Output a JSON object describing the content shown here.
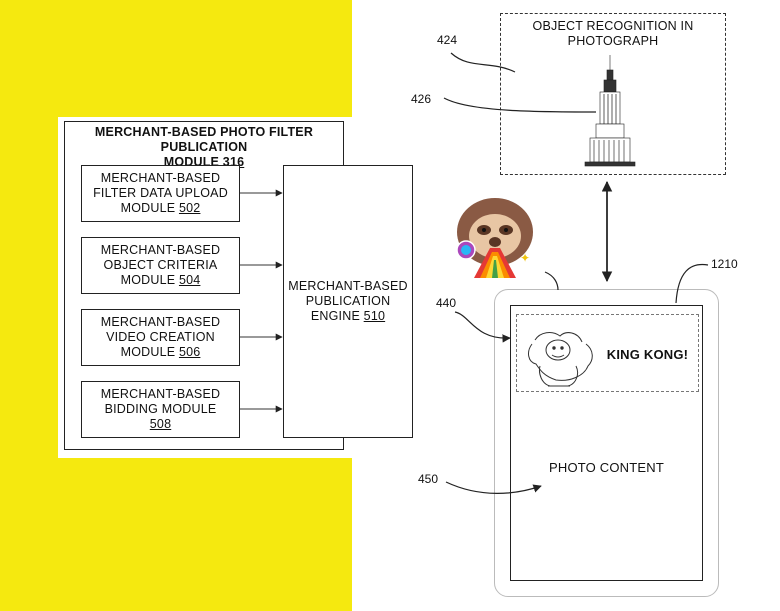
{
  "module": {
    "title_line1": "MERCHANT-BASED PHOTO FILTER PUBLICATION",
    "title_line2": "MODULE",
    "title_ref": "316",
    "submodules": [
      {
        "line1": "MERCHANT-BASED",
        "line2": "FILTER DATA UPLOAD",
        "line3": "MODULE",
        "ref": "502"
      },
      {
        "line1": "MERCHANT-BASED",
        "line2": "OBJECT CRITERIA",
        "line3": "MODULE",
        "ref": "504"
      },
      {
        "line1": "MERCHANT-BASED",
        "line2": "VIDEO CREATION",
        "line3": "MODULE",
        "ref": "506"
      },
      {
        "line1": "MERCHANT-BASED",
        "line2": "BIDDING MODULE",
        "line3": "",
        "ref": "508"
      }
    ],
    "engine": {
      "line1": "MERCHANT-BASED",
      "line2": "PUBLICATION",
      "line3": "ENGINE",
      "ref": "510"
    }
  },
  "recognition": {
    "line1": "OBJECT RECOGNITION IN",
    "line2": "PHOTOGRAPH"
  },
  "phone": {
    "filter_text": "KING KONG!",
    "content_text": "PHOTO CONTENT"
  },
  "refs": {
    "r424": "424",
    "r426": "426",
    "r440": "440",
    "r450": "450",
    "r1210": "1210"
  },
  "icons": [
    "empire-state-building-icon",
    "sloth-sticker-icon",
    "king-kong-icon"
  ]
}
